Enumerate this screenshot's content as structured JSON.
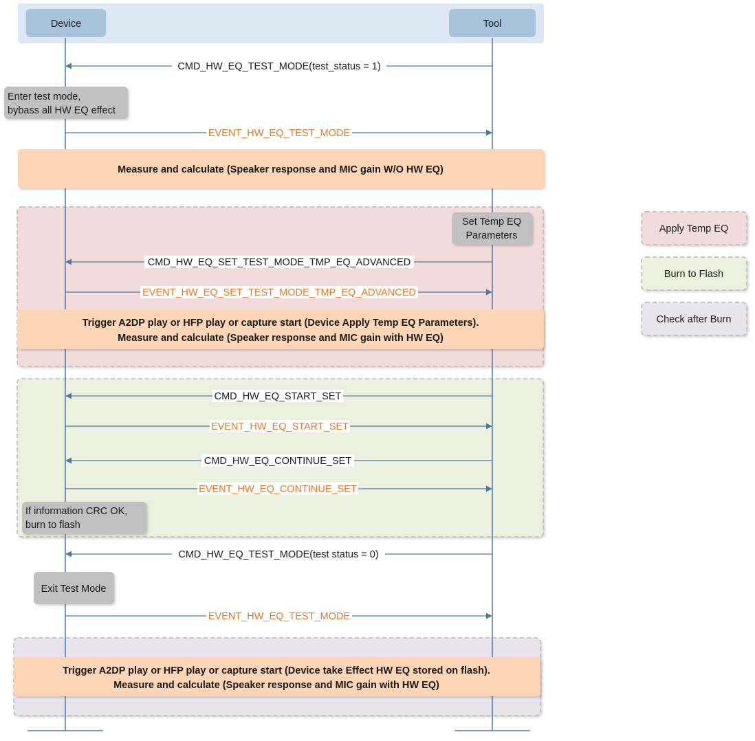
{
  "participants": {
    "device": "Device",
    "tool": "Tool"
  },
  "messages": {
    "m1": "CMD_HW_EQ_TEST_MODE(test_status = 1)",
    "m2": "EVENT_HW_EQ_TEST_MODE",
    "m3": "CMD_HW_EQ_SET_TEST_MODE_TMP_EQ_ADVANCED",
    "m4": "EVENT_HW_EQ_SET_TEST_MODE_TMP_EQ_ADVANCED",
    "m5": "CMD_HW_EQ_START_SET",
    "m6": "EVENT_HW_EQ_START_SET",
    "m7": "CMD_HW_EQ_CONTINUE_SET",
    "m8": "EVENT_HW_EQ_CONTINUE_SET",
    "m9": "CMD_HW_EQ_TEST_MODE(test status = 0)",
    "m10": "EVENT_HW_EQ_TEST_MODE"
  },
  "notes": {
    "enter_line1": "Enter test mode,",
    "enter_line2": "bybass all HW EQ effect",
    "set_temp_line1": "Set Temp EQ",
    "set_temp_line2": "Parameters",
    "crc_line1": "If information CRC OK,",
    "crc_line2": "burn to flash",
    "exit": "Exit Test Mode"
  },
  "actions": {
    "measure1": "Measure and calculate (Speaker response and MIC gain W/O HW EQ)",
    "trigger1_line1": "Trigger A2DP play or HFP play or capture start (Device Apply Temp EQ Parameters).",
    "trigger1_line2": "Measure and calculate (Speaker response and MIC gain with HW EQ)",
    "trigger2_line1": "Trigger A2DP play or HFP play or capture start (Device take Effect HW EQ stored on flash).",
    "trigger2_line2": "Measure and calculate (Speaker response and MIC gain with HW EQ)"
  },
  "legend": {
    "apply_temp": "Apply Temp EQ",
    "burn": "Burn to Flash",
    "check": "Check after Burn"
  },
  "colors": {
    "header_band": "#dde8f3",
    "participant": "#a9c2dc",
    "lifeline": "#4a78a8",
    "note": "#c0c0c0",
    "action": "#fbd5b5",
    "apply_temp_region": "#f2dcdb",
    "burn_region": "#ebf1de",
    "check_region": "#e8e4ee",
    "event_text": "#e07a2a"
  }
}
